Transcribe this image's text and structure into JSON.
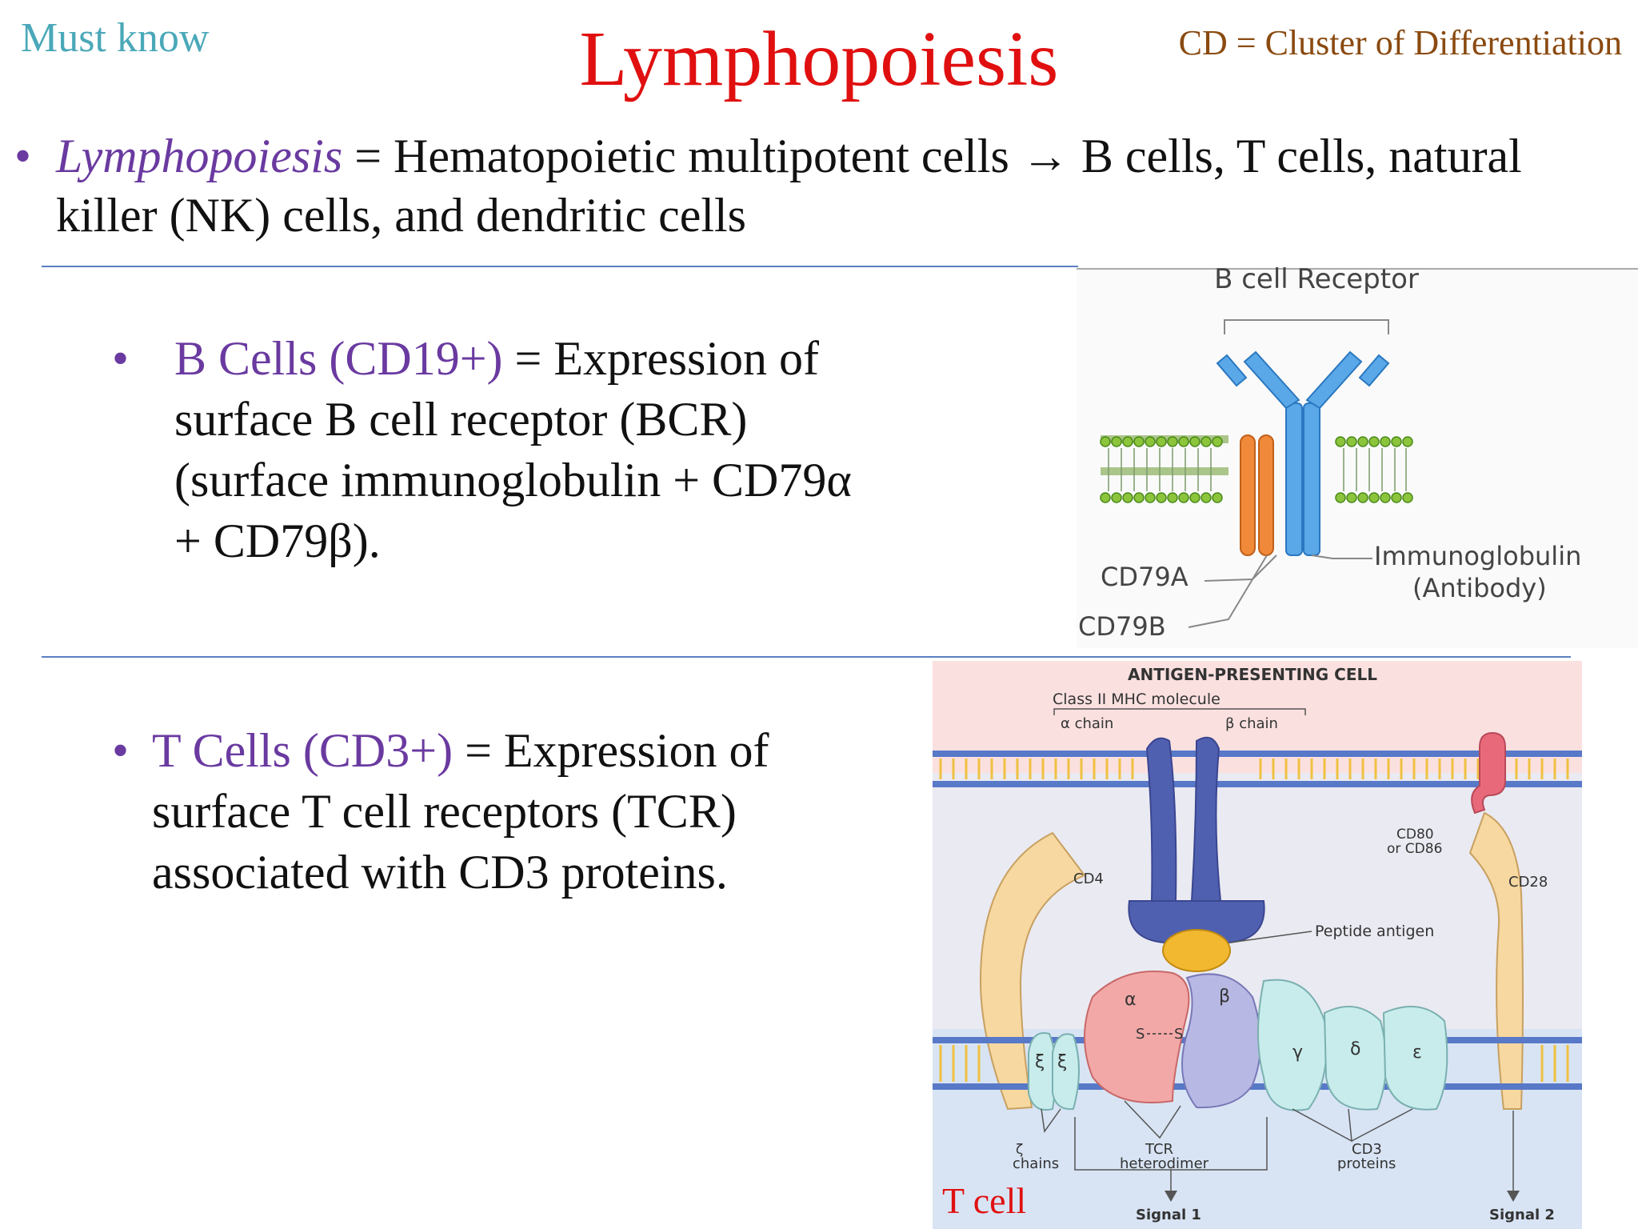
{
  "header": {
    "must_know": "Must know",
    "title": "Lymphopoiesis",
    "cd_note": "CD = Cluster of Differentiation"
  },
  "intro": {
    "bullet": "•",
    "term": "Lymphopoiesis",
    "definition": " = Hematopoietic multipotent cells → B cells, T cells, natural killer (NK) cells, and dendritic cells"
  },
  "b_cells": {
    "bullet": "•",
    "label": "B Cells (CD19+)",
    "text": " = Expression of surface B cell receptor (BCR) (surface immunoglobulin + CD79α + CD79β)."
  },
  "t_cells": {
    "bullet": "•",
    "label": "T Cells (CD3+)",
    "text": " = Expression of surface T cell receptors (TCR) associated with CD3 proteins."
  },
  "bcr_figure": {
    "title": "B cell Receptor",
    "cd79a": "CD79A",
    "cd79b": "CD79B",
    "ig_line1": "Immunoglobulin",
    "ig_line2": "(Antibody)"
  },
  "tcr_figure": {
    "apc": "ANTIGEN-PRESENTING CELL",
    "mhc": "Class II MHC molecule",
    "alpha_chain": "α chain",
    "beta_chain": "β chain",
    "cd80_l1": "CD80",
    "cd80_l2": "or CD86",
    "cd4": "CD4",
    "cd28": "CD28",
    "peptide": "Peptide antigen",
    "alpha": "α",
    "beta": "β",
    "ss_left": "S",
    "ss_right": "S",
    "xi1": "ξ",
    "xi2": "ξ",
    "gamma": "γ",
    "delta": "δ",
    "epsilon": "ε",
    "zeta": "ζ",
    "chains": "chains",
    "tcr_l1": "TCR",
    "tcr_l2": "heterodimer",
    "cd3_l1": "CD3",
    "cd3_l2": "proteins",
    "signal1": "Signal 1",
    "signal2": "Signal 2",
    "t_cell": "T cell"
  },
  "colors": {
    "title": "#e01010",
    "must_know": "#4aa8b8",
    "cd_note": "#8a4a10",
    "purple": "#6a3aa0",
    "rule": "#5b7ec2"
  }
}
